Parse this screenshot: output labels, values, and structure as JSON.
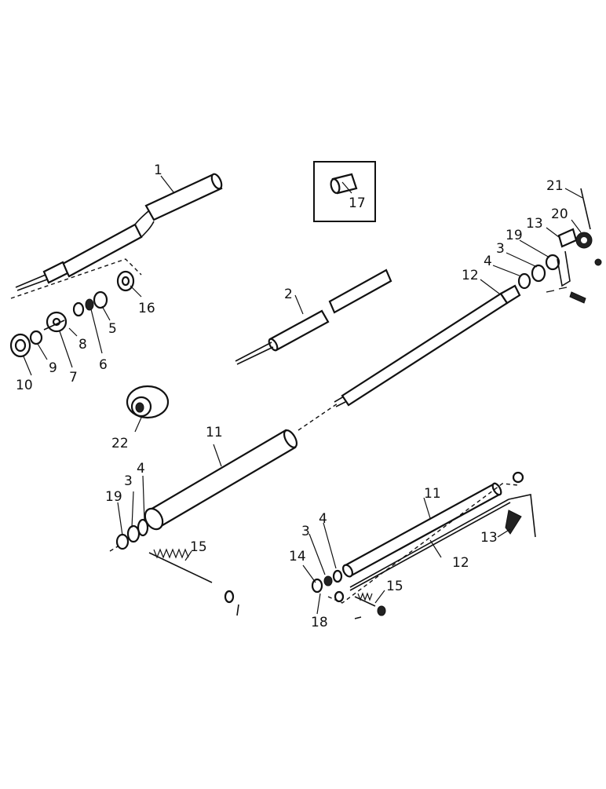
{
  "diagram": {
    "callouts": {
      "c1": "1",
      "c2": "2",
      "c3a": "3",
      "c3b": "3",
      "c3c": "3",
      "c4a": "4",
      "c4b": "4",
      "c4c": "4",
      "c5": "5",
      "c6": "6",
      "c7": "7",
      "c8": "8",
      "c9": "9",
      "c10": "10",
      "c11a": "11",
      "c11b": "11",
      "c12a": "12",
      "c12b": "12",
      "c13a": "13",
      "c13b": "13",
      "c14": "14",
      "c15a": "15",
      "c15b": "15",
      "c16": "16",
      "c17": "17",
      "c18": "18",
      "c19a": "19",
      "c19b": "19",
      "c20": "20",
      "c21": "21",
      "c22": "22"
    }
  }
}
